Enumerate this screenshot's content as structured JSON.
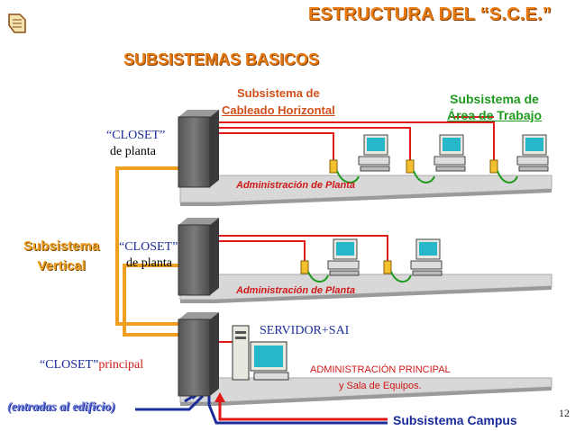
{
  "header": {
    "title": "ESTRUCTURA DEL “S.C.E.”",
    "subtitle": "SUBSISTEMAS BASICOS",
    "hand_icon": "pointing-hand-icon"
  },
  "labels": {
    "horizontal_line1": "Subsistema de",
    "horizontal_line2": "Cableado Horizontal",
    "work_area_line1": "Subsistema de",
    "work_area_line2": "Área de Trabajo",
    "closet_top_line1": "“CLOSET”",
    "closet_top_line2": "de planta",
    "closet_mid_line1": "“CLOSET”",
    "closet_mid_line2": "de planta",
    "vertical_line1": "Subsistema",
    "vertical_line2": "Vertical",
    "admin_top": "Administración de Planta",
    "admin_mid": "Administración de Planta",
    "servidor": "SERVIDOR+SAI",
    "closet_principal_q1": "“CLOSET”",
    "closet_principal_word": "principal",
    "admin_principal_line1": "ADMINISTRACIÓN PRINCIPAL",
    "admin_principal_line2": "y  Sala de Equipos.",
    "entradas": "(entradas al edificio)",
    "campus": "Subsistema Campus",
    "page_number": "12"
  },
  "colors": {
    "title": "#e67a10",
    "cable_red": "#e01818",
    "cable_green": "#1e9a1e",
    "cable_orange": "#f0a020",
    "cable_blue": "#1a2c9a",
    "floor": "#d8d8d8"
  }
}
